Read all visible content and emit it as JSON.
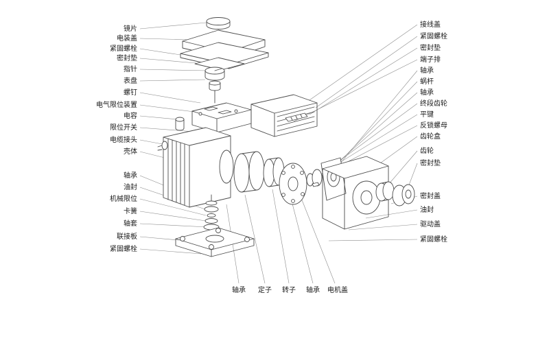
{
  "colors": {
    "background": "#ffffff",
    "drawing_line": "#4a4a4a",
    "leader_line": "#8a8a8a",
    "label_text": "#1a1a1a"
  },
  "labels_left": [
    "镜片",
    "电装盖",
    "紧固螺栓",
    "密封垫",
    "指针",
    "表盘",
    "螺钉",
    "电气限位装置",
    "电容",
    "限位开关",
    "电缆接头",
    "壳体",
    "轴承",
    "油封",
    "机械限位",
    "卡簧",
    "轴套",
    "联接板",
    "紧固螺栓"
  ],
  "labels_right": [
    "接线盖",
    "紧固螺栓",
    "密封垫",
    "端子排",
    "轴承",
    "蜗杆",
    "轴承",
    "终段齿轮",
    "平键",
    "反锁螺母",
    "齿轮盒",
    "齿轮",
    "密封垫",
    "密封盖",
    "油封",
    "驱动盖",
    "紧固螺栓"
  ],
  "labels_bottom": [
    "轴承",
    "定子",
    "转子",
    "轴承",
    "电机盖"
  ]
}
